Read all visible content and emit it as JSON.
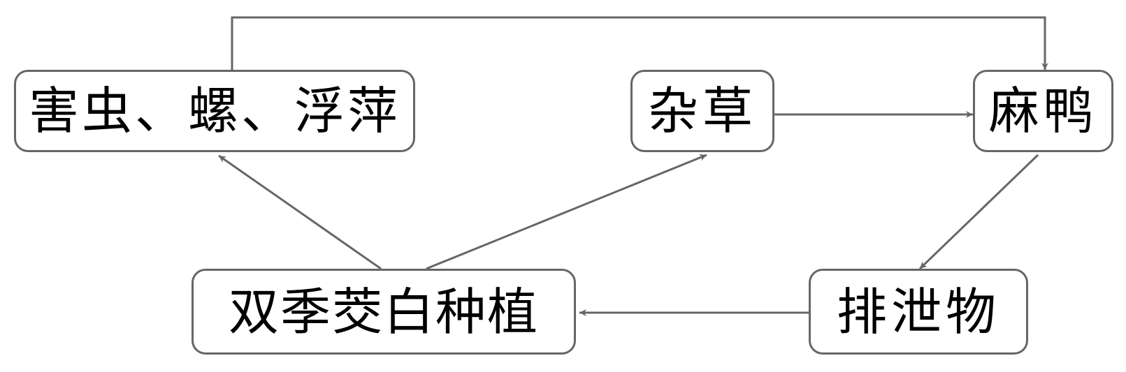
{
  "nodes": {
    "pests": "害虫、螺、浮萍",
    "weeds": "杂草",
    "duck": "麻鸭",
    "crop": "双季茭白种植",
    "waste": "排泄物"
  },
  "colors": {
    "stroke": "#666666",
    "text": "#000000",
    "background": "#ffffff"
  }
}
